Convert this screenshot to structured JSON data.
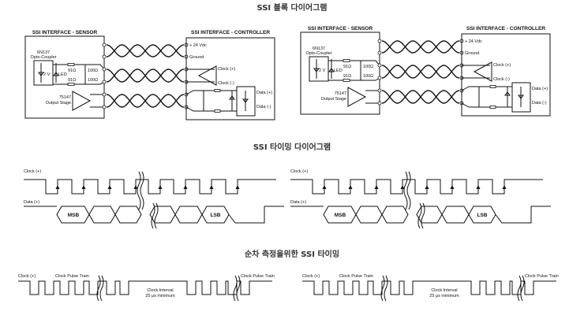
{
  "titles": {
    "block": "SSI 블록 다이어그램",
    "timing": "SSI 타이밍 다이어그램",
    "sequential": "순차 측정을위한 SSI 타이밍"
  },
  "block": {
    "sensor_title": "SSI INTERFACE - SENSOR",
    "controller_title": "SSI INTERFACE - CONTROLLER",
    "opto_part": "6N137",
    "opto_label": "Opto-Coupler",
    "zener": "2 V",
    "led": "LED",
    "r1": "91Ω",
    "r2": "91Ω",
    "r3": "100Ω",
    "r4": "100Ω",
    "driver_part": "75147",
    "driver_label": "Output Stage",
    "supply": "+ 24 Vdc",
    "ground": "Ground",
    "clock_plus": "Clock (+)",
    "clock_minus": "Clock (-)",
    "data_plus": "Data (+)",
    "data_minus": "Data (-)"
  },
  "timing": {
    "clock_label": "Clock (+)",
    "data_label": "Data (+)",
    "msb": "MSB",
    "lsb": "LSB"
  },
  "sequential": {
    "clock_label": "Clock (+)",
    "pulse_train_1": "Clock Pulse Train",
    "pulse_train_2": "Clock Pulse Train",
    "interval": "Clock Interval",
    "interval_min": "25 µs minimum"
  }
}
